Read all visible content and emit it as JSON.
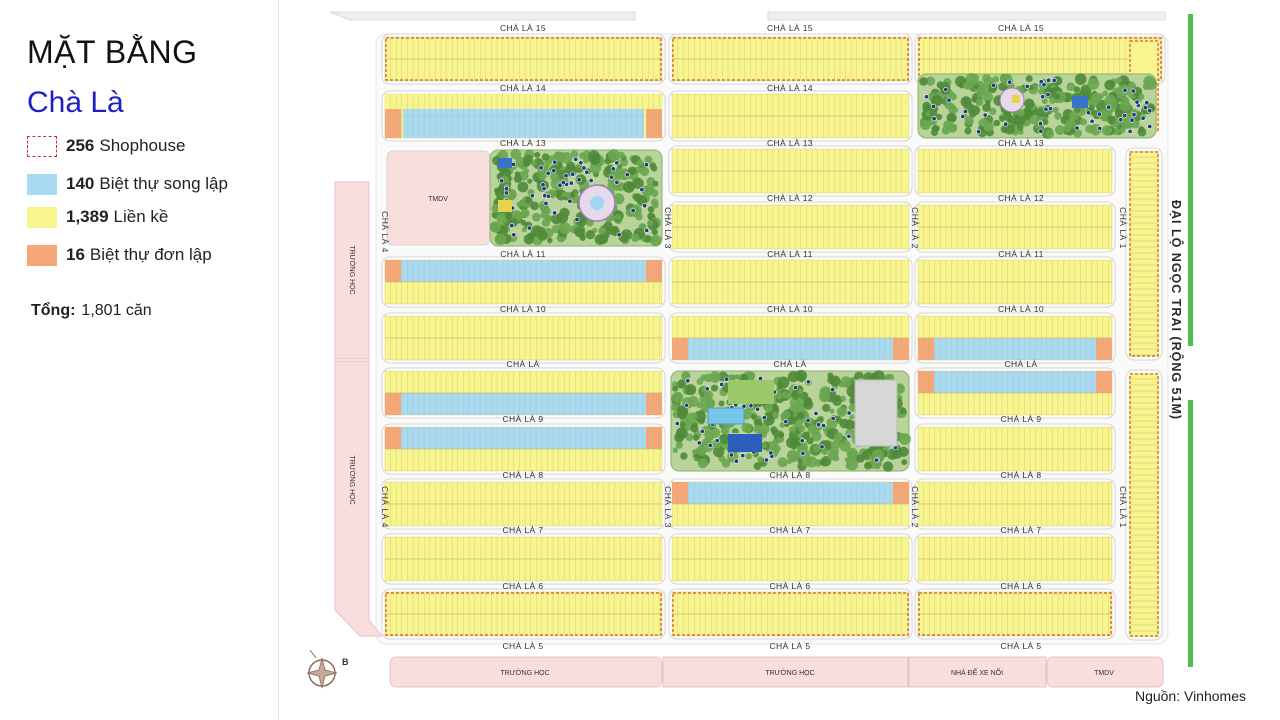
{
  "legend_panel": {
    "heading": "MẶT BẰNG",
    "subheading": "Chà Là",
    "legend": [
      {
        "key": "shophouse",
        "count": "256",
        "label": "Shophouse",
        "color": "#cc3333",
        "style": "dashed-outline"
      },
      {
        "key": "semi_detached",
        "count": "140",
        "label": "Biệt thự song lập",
        "color": "#a8daf4",
        "style": "fill"
      },
      {
        "key": "townhouse",
        "count": "1,389",
        "label": "Liền kề",
        "color": "#f8f48e",
        "style": "fill"
      },
      {
        "key": "detached",
        "count": "16",
        "label": "Biệt thự đơn lập",
        "color": "#f5a779",
        "style": "fill"
      }
    ],
    "total_label": "Tổng:",
    "total_value": "1,801 căn"
  },
  "map": {
    "streets": {
      "r15": "CHÀ LÀ 15",
      "r14": "CHÀ LÀ 14",
      "r13": "CHÀ LÀ 13",
      "r12": "CHÀ LÀ 12",
      "r11": "CHÀ LÀ 11",
      "r10": "CHÀ LÀ 10",
      "r_main": "CHÀ LÀ",
      "r9": "CHÀ LÀ 9",
      "r8": "CHÀ LÀ 8",
      "r7": "CHÀ LÀ 7",
      "r6": "CHÀ LÀ 6",
      "r5": "CHÀ LÀ 5",
      "v4": "CHÀ LÀ 4",
      "v3": "CHÀ LÀ 3",
      "v2": "CHÀ LÀ 2",
      "v1": "CHÀ LÀ 1"
    },
    "avenue": "ĐẠI LỘ NGỌC TRAI (RỘNG 51M)",
    "zones": {
      "tmdv": "TMDV",
      "truong_hoc": "TRƯỜNG HỌC",
      "nha_de_xe": "NHÀ ĐỂ XE NỔI"
    },
    "compass_letter": "B",
    "colors": {
      "block_outline": "#d4d4d4",
      "park_green": "#5f9a45",
      "zone_pink": "#f9dede"
    }
  },
  "source": "Nguồn: Vinhomes"
}
